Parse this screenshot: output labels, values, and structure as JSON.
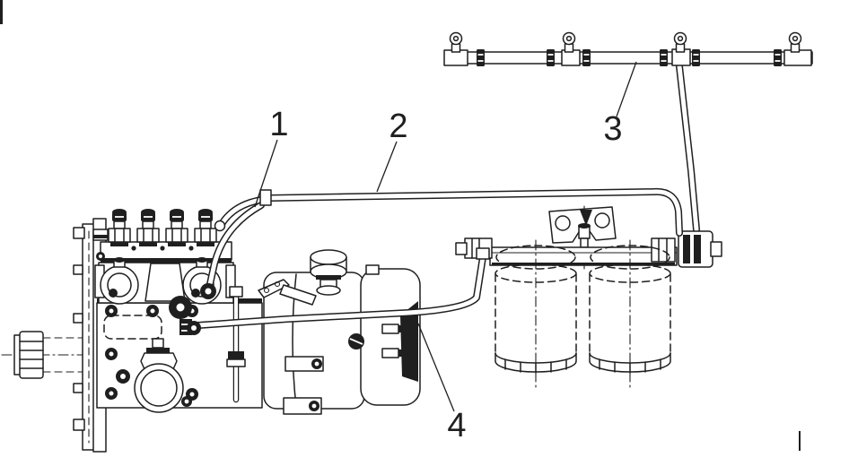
{
  "figure": {
    "ink_color": "#1f1f1f",
    "paper_color": "#ffffff"
  },
  "callouts": [
    {
      "label": "1"
    },
    {
      "label": "2"
    },
    {
      "label": "3"
    },
    {
      "label": "4"
    }
  ]
}
